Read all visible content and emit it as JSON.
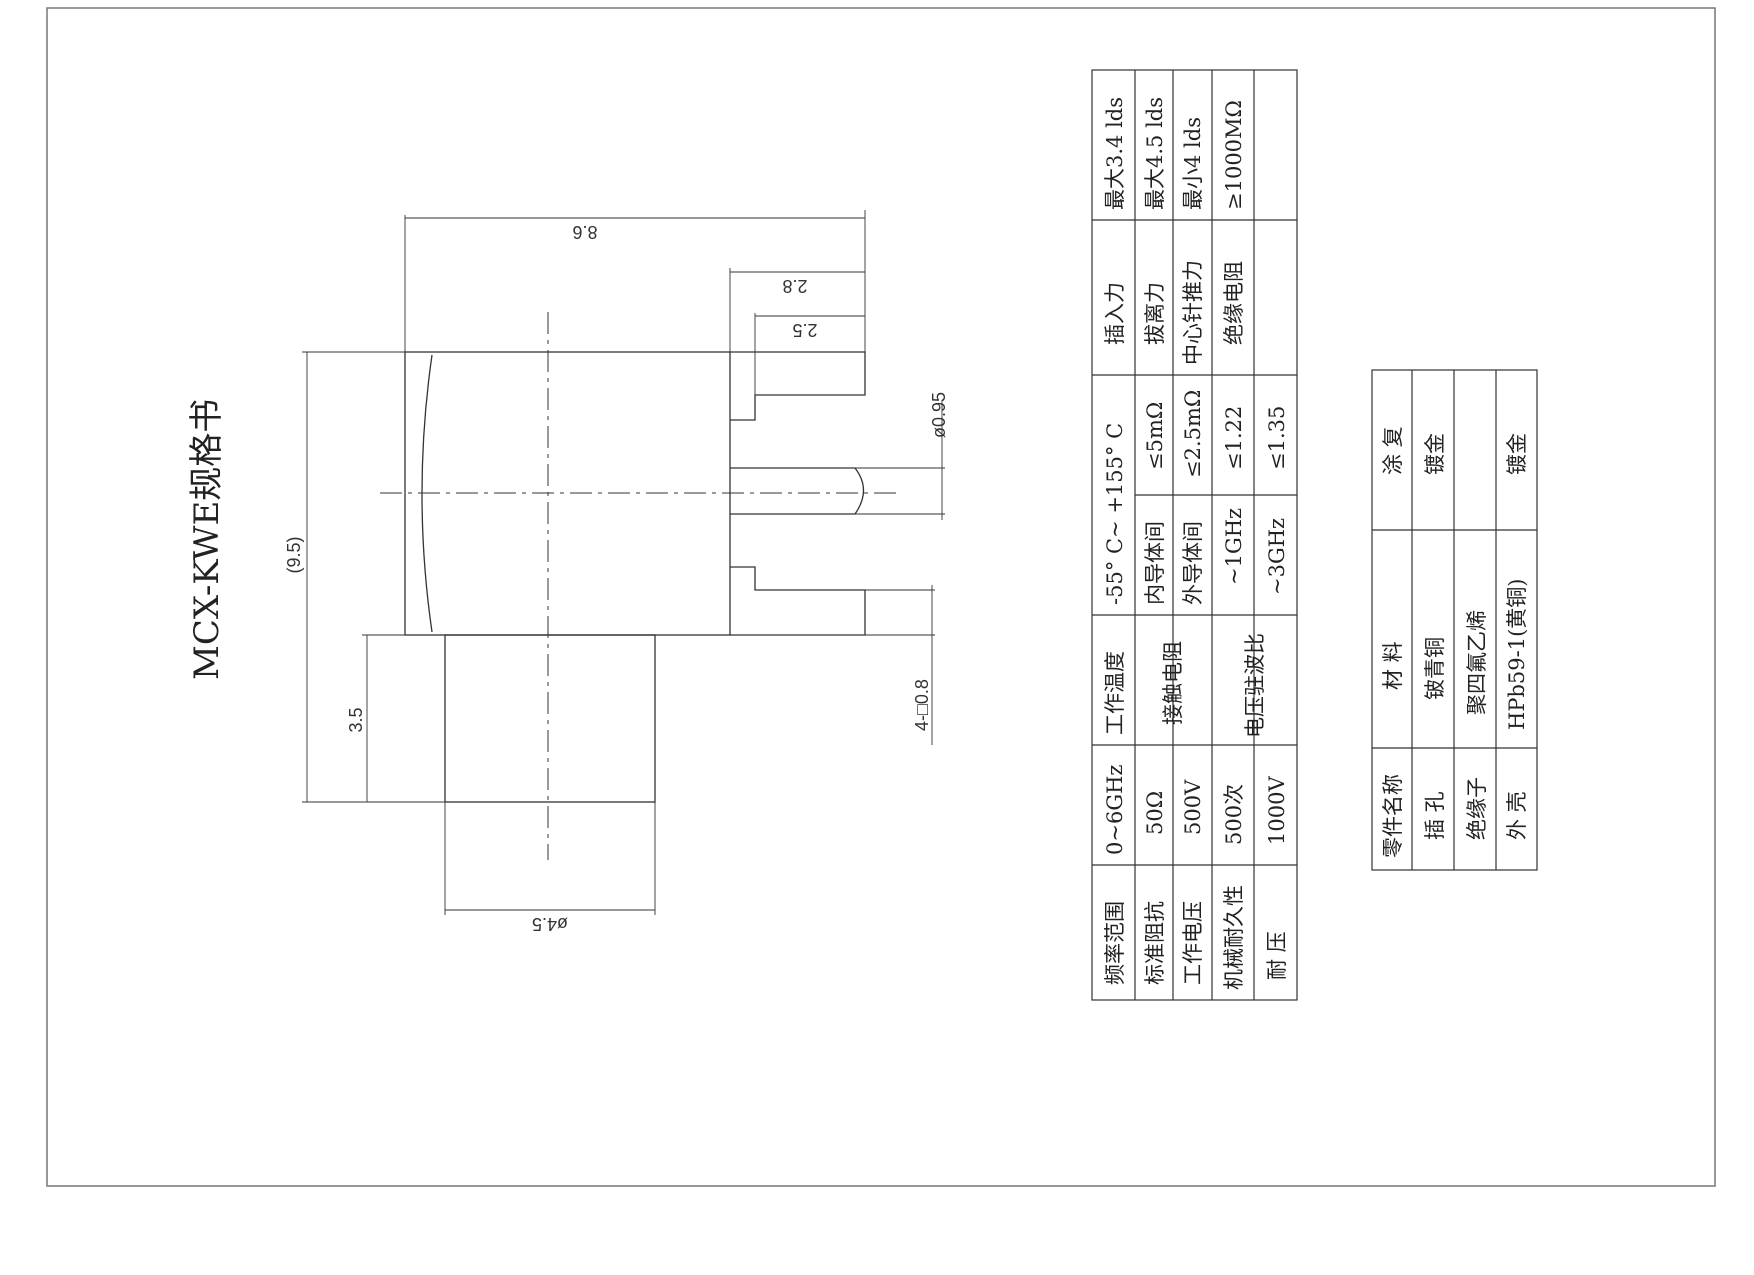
{
  "title": "MCX-KWE规格书",
  "dimensions": {
    "length_total": "8.6",
    "d1": "2.8",
    "d2": "2.5",
    "height_total": "(9.5)",
    "height_lower": "3.5",
    "pin_dia": "ø0.95",
    "pin_sq": "4-□0.8",
    "body_dia": "ø4.5"
  },
  "spec_table": {
    "rows": [
      [
        "频率范围",
        "0~6GHz",
        "工作温度",
        "-55°C~+155°C",
        "插入力",
        "最大3.4 lds"
      ],
      [
        "标准阻抗",
        "50Ω",
        "接触电阻",
        "内导体间",
        "≤5mΩ",
        "拔离力",
        "最大4.5 lds"
      ],
      [
        "工作电压",
        "500V",
        "",
        "外导体间",
        "≤2.5mΩ",
        "中心针推力",
        "最小4 lds"
      ],
      [
        "机械耐久性",
        "500次",
        "电压驻波比",
        "~1GHz",
        "≤1.22",
        "绝缘电阻",
        "≥1000MΩ"
      ],
      [
        "耐 压",
        "1000V",
        "",
        "~3GHz",
        "≤1.35",
        "",
        ""
      ]
    ],
    "c": {
      "freq_label": "频率范围",
      "freq_val": "0~6GHz",
      "temp_label": "工作温度",
      "temp_val": "-55° C~ +155° C",
      "ins_label": "插入力",
      "ins_val": "最大3.4 lds",
      "imp_label": "标准阻抗",
      "imp_val": "50Ω",
      "contact_label": "接触电阻",
      "inner_label": "内导体间",
      "inner_val": "≤5mΩ",
      "pull_label": "拔离力",
      "pull_val": "最大4.5 lds",
      "volt_label": "工作电压",
      "volt_val": "500V",
      "outer_label": "外导体间",
      "outer_val": "≤2.5mΩ",
      "push_label": "中心针推力",
      "push_val": "最小4 lds",
      "dur_label": "机械耐久性",
      "dur_val": "500次",
      "vswr_label": "电压驻波比",
      "f1_label": "~1GHz",
      "f1_val": "≤1.22",
      "insul_label": "绝缘电阻",
      "insul_val": "≥1000MΩ",
      "with_label": "耐  压",
      "with_val": "1000V",
      "f3_label": "~3GHz",
      "f3_val": "≤1.35"
    }
  },
  "parts_table": {
    "h_name": "零件名称",
    "h_mat": "材 料",
    "h_coat": "涂 复",
    "r1_name": "插 孔",
    "r1_mat": "铍青铜",
    "r1_coat": "镀金",
    "r2_name": "绝缘子",
    "r2_mat": "聚四氟乙烯",
    "r2_coat": "",
    "r3_name": "外 壳",
    "r3_mat": "HPb59-1(黄铜)",
    "r3_coat": "镀金"
  }
}
